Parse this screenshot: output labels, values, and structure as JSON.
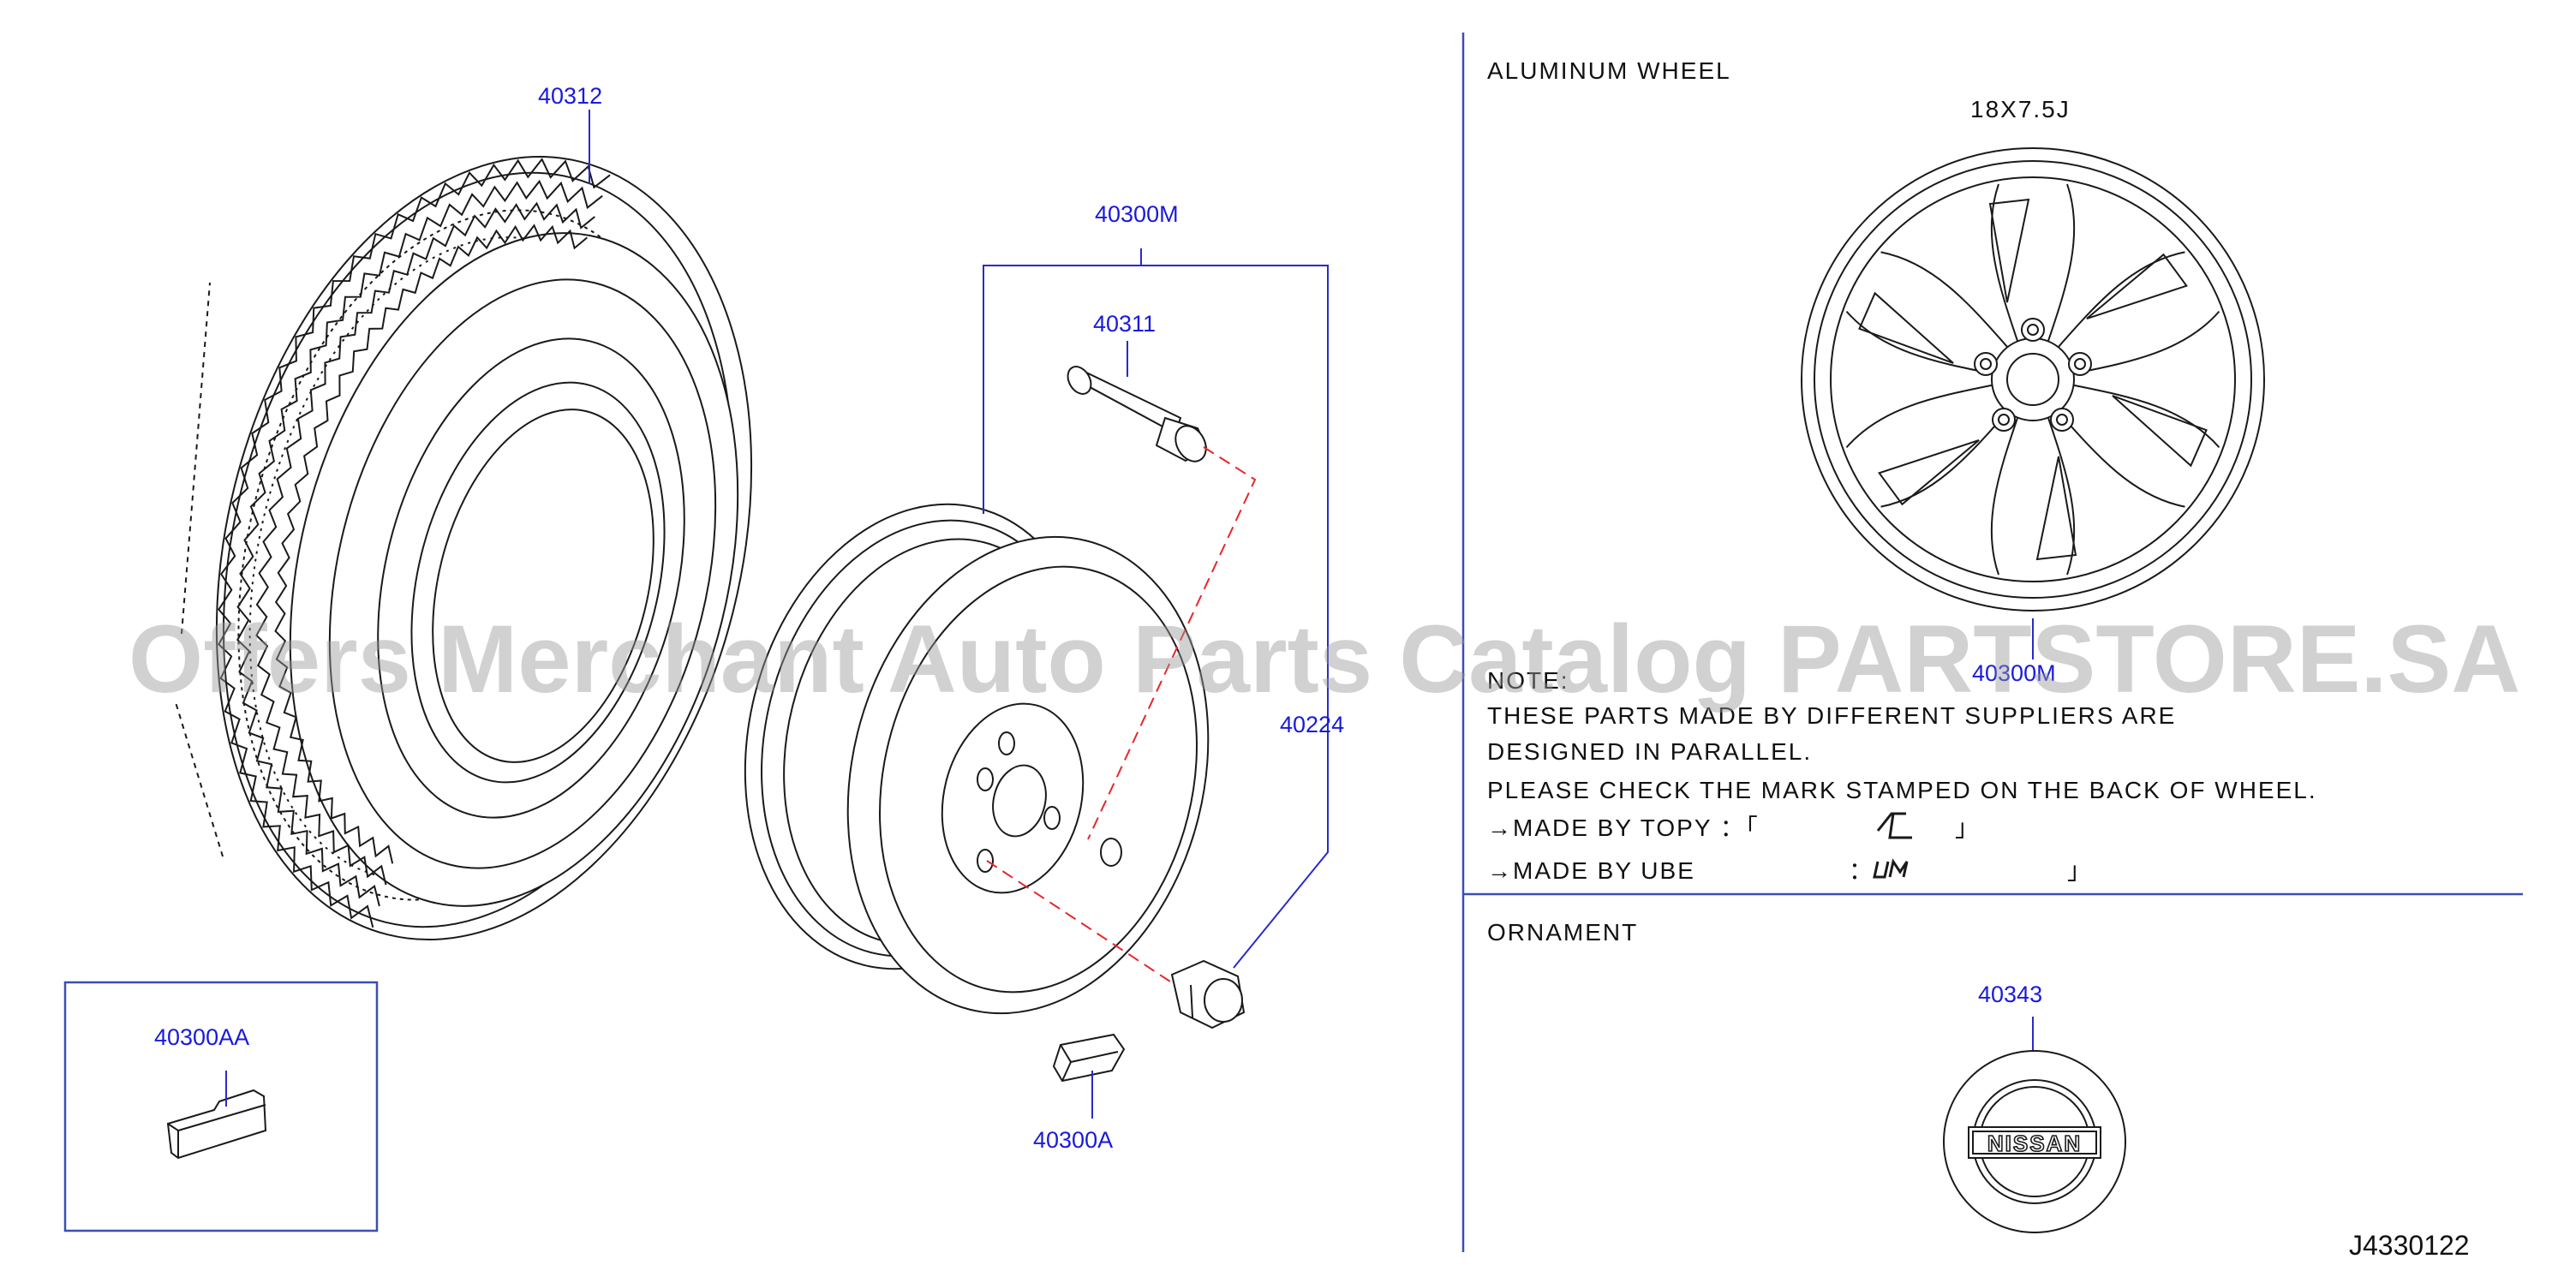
{
  "callouts": {
    "tire": "40312",
    "wheel_assy": "40300M",
    "valve": "40311",
    "nut": "40224",
    "weight_a": "40300A",
    "weight_aa": "40300AA",
    "ornament_part": "40343",
    "aluminum_wheel_part": "40300M"
  },
  "aluminum_wheel": {
    "heading": "ALUMINUM   WHEEL",
    "size": "18X7.5J"
  },
  "note": {
    "heading": "NOTE:",
    "line1": "THESE   PARTS   MADE   BY   DIFFERENT   SUPPLIERS   ARE",
    "line2": "DESIGNED   IN   PARALLEL.",
    "line3": "PLEASE   CHECK   THE   MARK   STAMPED   ON   THE   BACK   OF   WHEEL.",
    "line4": "→MADE   BY   TOPY   ：「",
    "line4_end": "」",
    "line5": "→MADE   BY   UBE",
    "line5_colon": "：",
    "line5_end": "」"
  },
  "ornament": {
    "heading": "ORNAMENT",
    "brand": "NISSAN"
  },
  "diagram_code": "J4330122",
  "watermark": "Offers Merchant Auto Parts Catalog PARTSTORE.SA"
}
